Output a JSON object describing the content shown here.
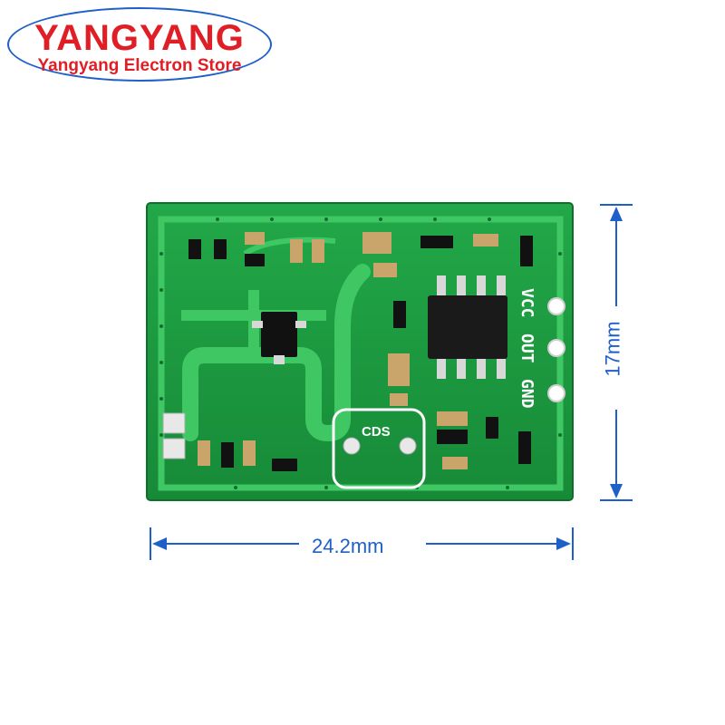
{
  "logo": {
    "title": "YANGYANG",
    "subtitle": "Yangyang Electron Store"
  },
  "dimensions": {
    "width_label": "24.2mm",
    "height_label": "17mm"
  },
  "board": {
    "pin_labels": [
      "VCC",
      "OUT",
      "GND"
    ],
    "cds_label": "CDS",
    "colors": {
      "pcb": "#1fa043",
      "trace": "#3fc764",
      "pad": "#d8d8d8",
      "silkscreen": "#ffffff",
      "dimension": "#1f5fc8",
      "logo": "#e01e26"
    }
  }
}
